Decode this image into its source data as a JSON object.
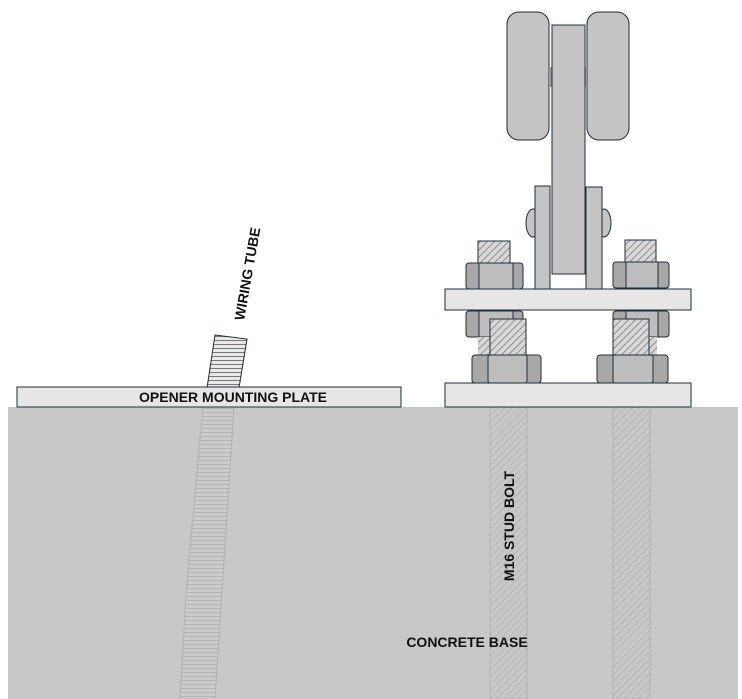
{
  "labels": {
    "wiring_tube": "WIRING TUBE",
    "mounting_plate": "OPENER MOUNTING PLATE",
    "stud_bolt": "M16 STUD BOLT",
    "concrete_base": "CONCRETE BASE"
  },
  "colors": {
    "concrete": "#c8c8c8",
    "plate": "#e6e6e6",
    "steel": "#bdbdbd",
    "nut_side": "#a8a8a8",
    "outline": "#1f2e3a"
  }
}
